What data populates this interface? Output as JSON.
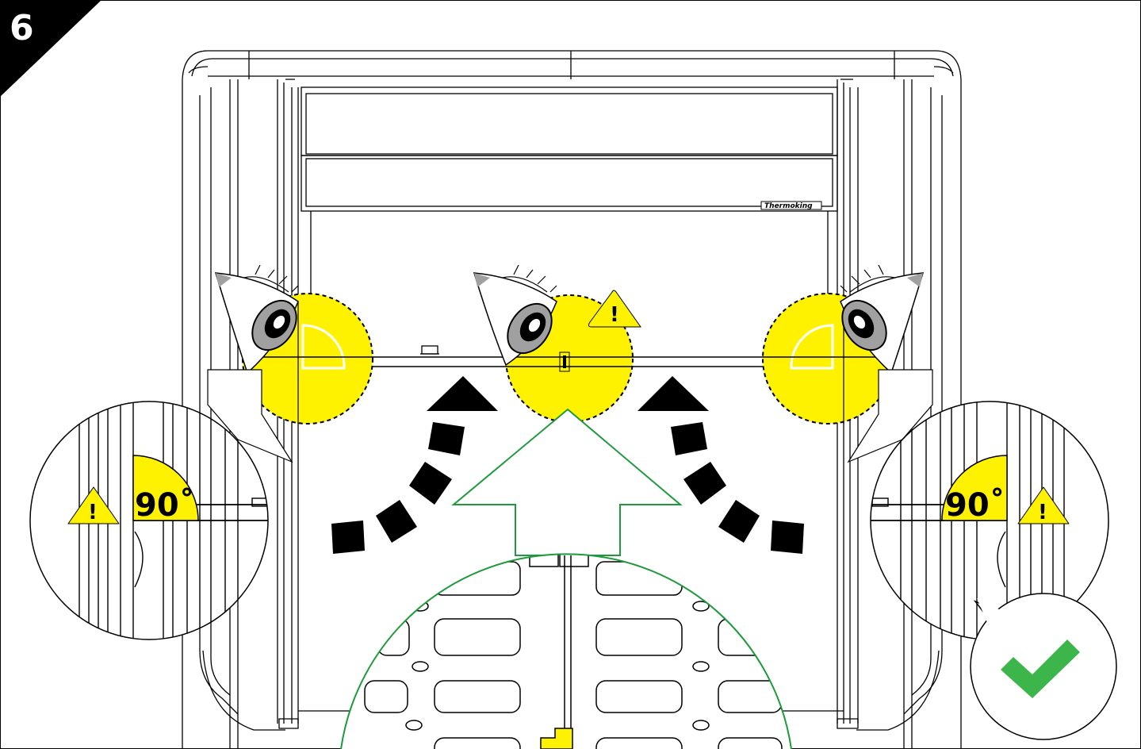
{
  "step": {
    "number": "6"
  },
  "callouts": {
    "left_angle": "90˚",
    "right_angle": "90˚"
  },
  "warning": {
    "symbol": "!"
  },
  "brand": {
    "label": "Thermoking"
  },
  "colors": {
    "highlight_yellow": "#fff200",
    "guide_green": "#1e9a3c",
    "check_green": "#3cb54a",
    "line_black": "#000000",
    "eye_grey": "#a0a0a0"
  }
}
